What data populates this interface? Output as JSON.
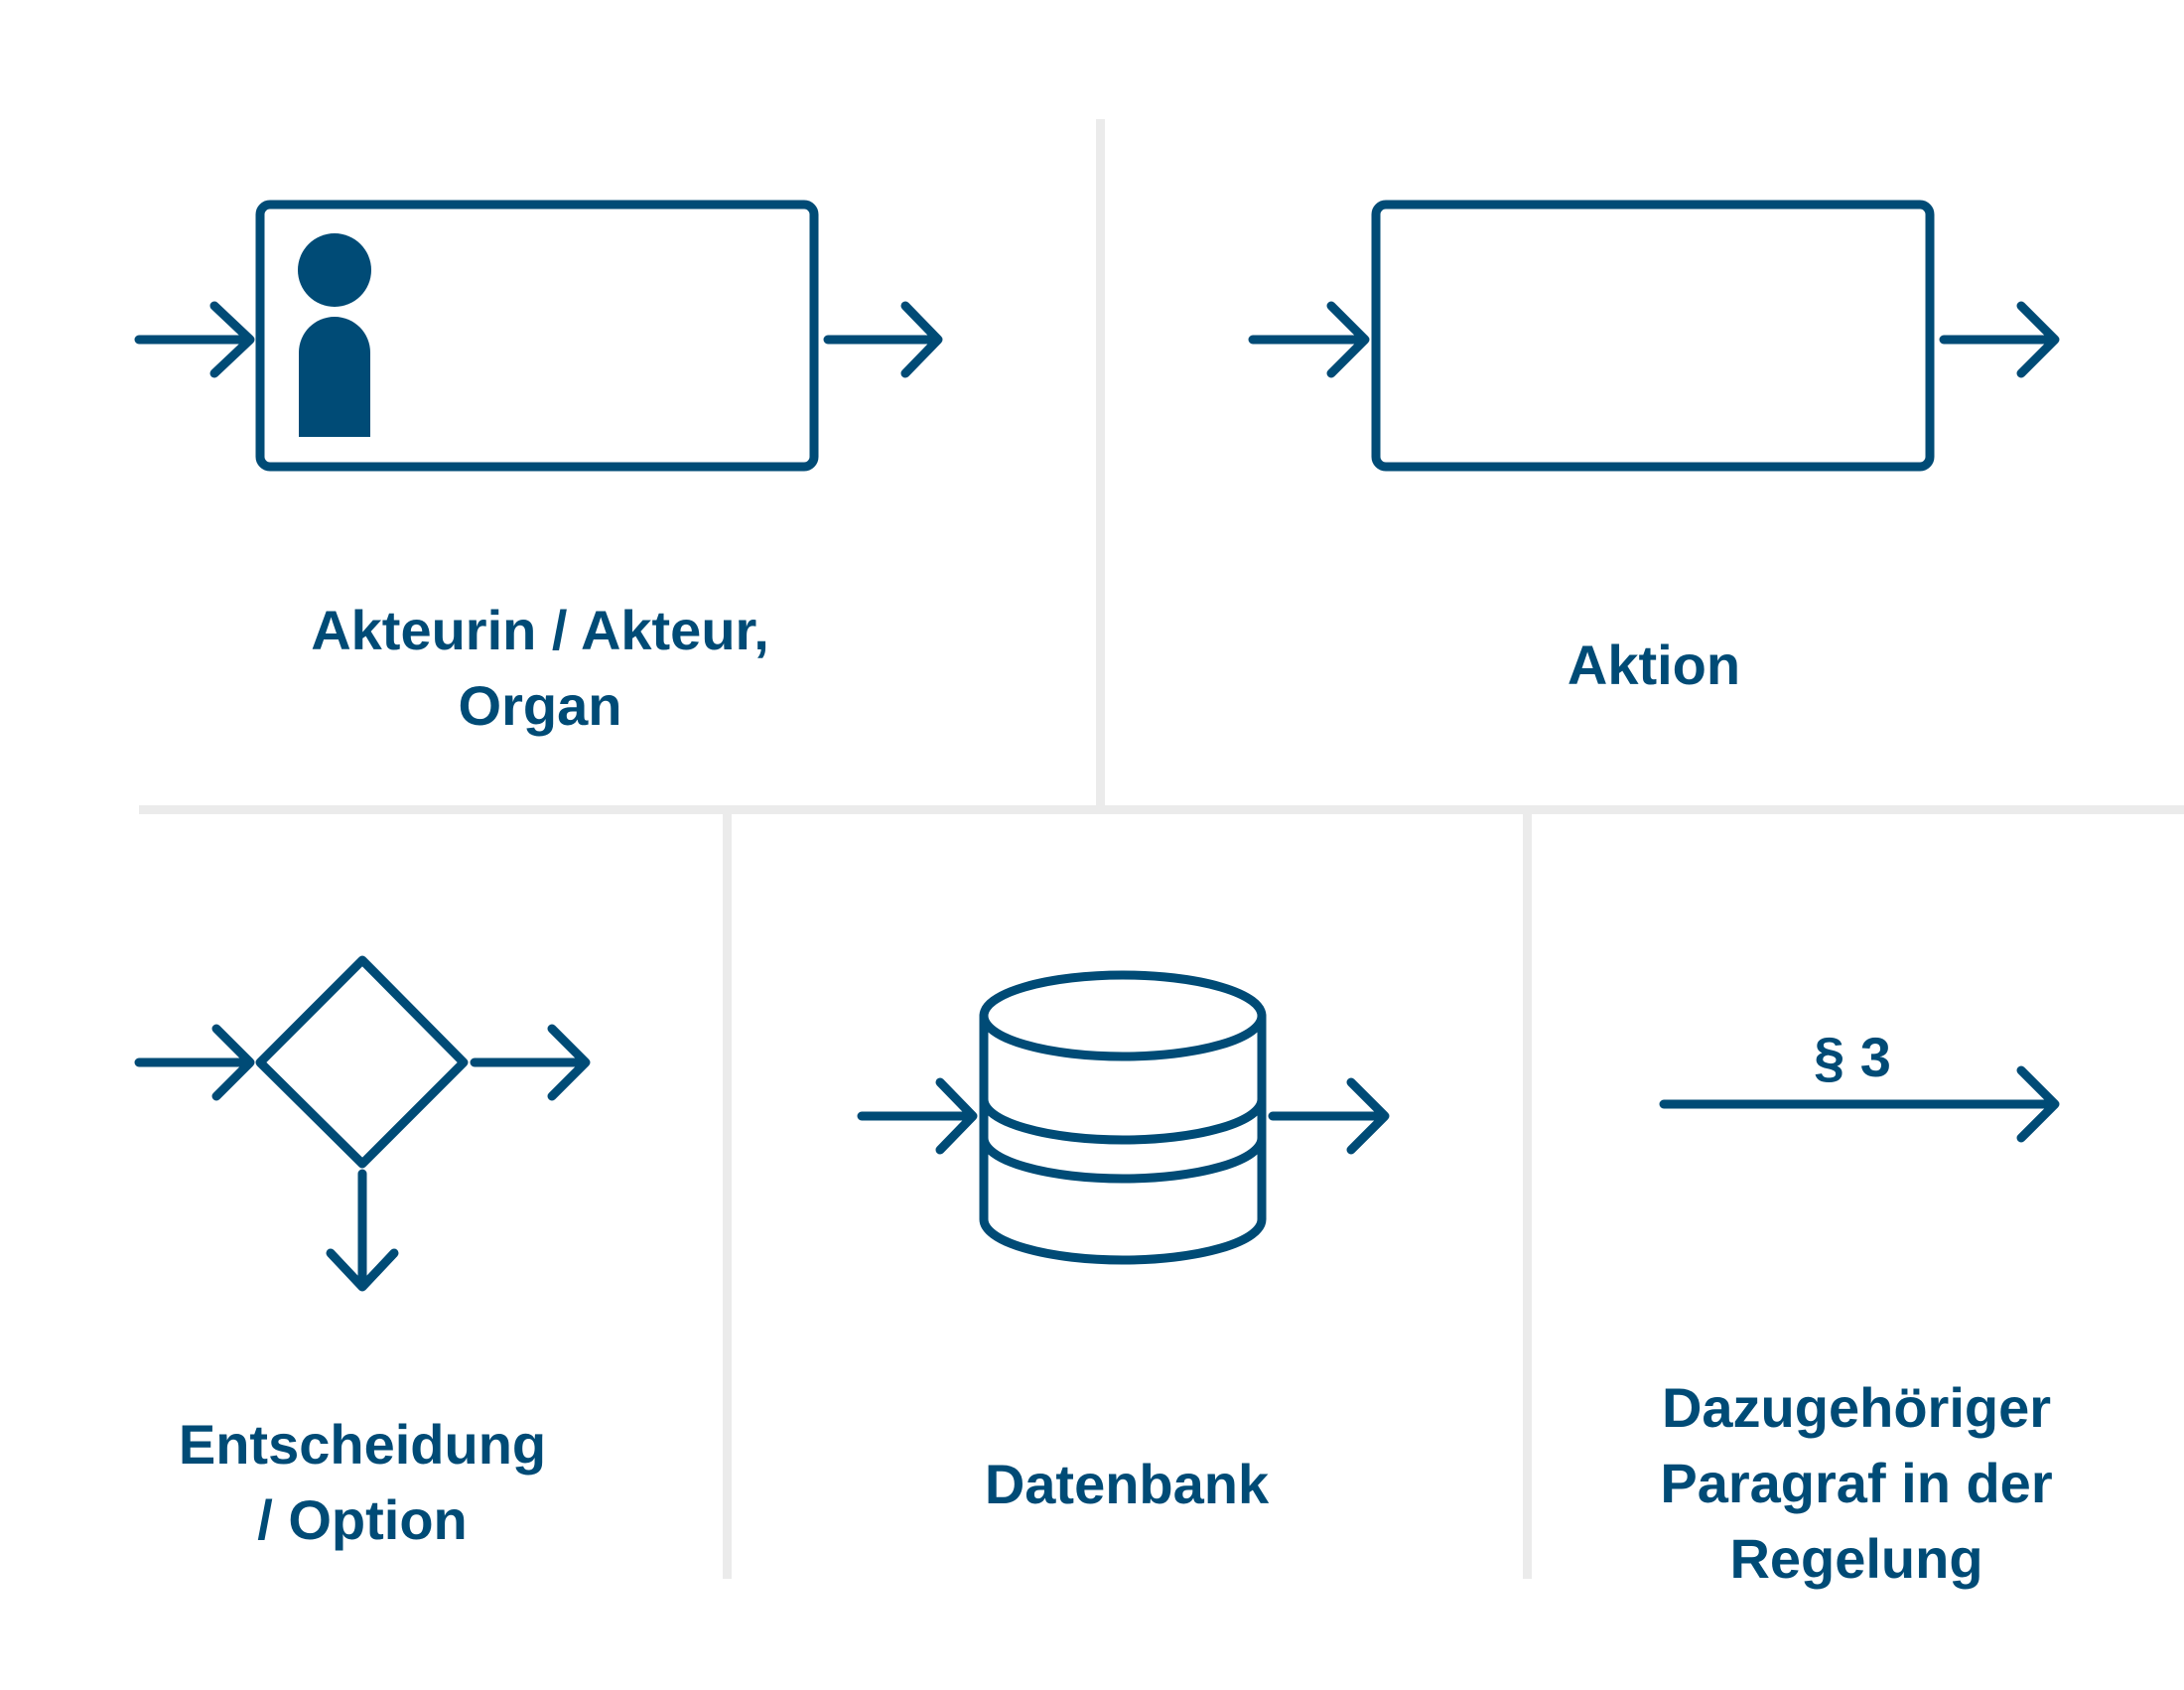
{
  "theme": {
    "primary_color": "#004b76",
    "divider_color": "#ebebeb",
    "background": "#ffffff"
  },
  "legend": {
    "actor": {
      "label_line1": "Akteurin / Akteur,",
      "label_line2": "Organ",
      "icon": "person-icon"
    },
    "action": {
      "label": "Aktion"
    },
    "decision": {
      "label_line1": "Entscheidung",
      "label_line2": "/ Option"
    },
    "database": {
      "label": "Datenbank",
      "icon": "database-icon"
    },
    "paragraph": {
      "arrow_label": "§ 3",
      "label_line1": "Dazugehöriger",
      "label_line2": "Paragraf in der",
      "label_line3": "Regelung"
    }
  }
}
